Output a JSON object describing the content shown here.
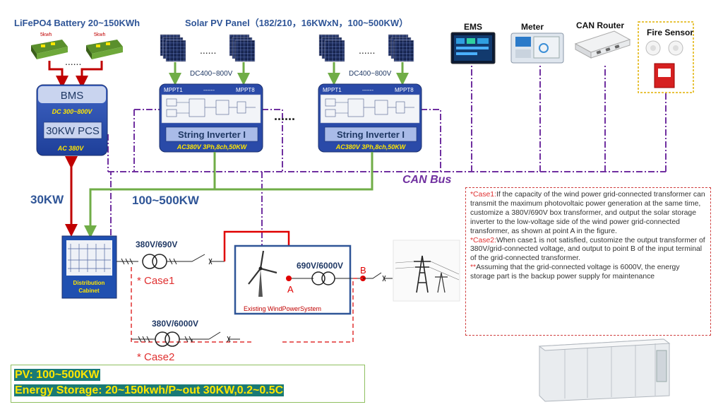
{
  "battery": {
    "title": "LiFePO4 Battery 20~150KWh",
    "module_label": "5kwh",
    "dots": "......"
  },
  "solar": {
    "title": "Solar PV Panel（182/210，16KWxN，100~500KW）",
    "dots": "......",
    "dc": "DC400~800V"
  },
  "devices": {
    "ems": "EMS",
    "meter": "Meter",
    "can_router": "CAN Router",
    "fire_sensor": "Fire Sensor"
  },
  "bms": {
    "label": "BMS",
    "dc": "DC 300~800V",
    "pcs": "30KW PCS",
    "ac": "AC 380V"
  },
  "inverter": {
    "mppt1": "MPPT1",
    "dashes": "------",
    "mppt8": "MPPT8",
    "name": "String Inverter I",
    "spec": "AC380V 3Ph,8ch,50KW"
  },
  "between_inverters": "......",
  "can_bus": "CAN Bus",
  "power": {
    "pcs_kw": "30KW",
    "pv_kw": "100~500KW"
  },
  "cabinet": "Distribution Cabinet",
  "transformers": {
    "t1": "380V/690V",
    "t2": "690V/6000V",
    "t3": "380V/6000V"
  },
  "cases": {
    "case1": "* Case1",
    "case2": "* Case2"
  },
  "points": {
    "a": "A",
    "b": "B"
  },
  "wind": "Existing WindPowerSystem",
  "notes": {
    "case1_tag": "*Case1:",
    "case1_text": "If the capacity of the wind power grid-connected transformer can transmit the maximum photovoltaic power generation at the same time, customize a 380V/690V  box transformer, and output the solar storage inverter to the low-voltage side of the wind power grid-connected transformer, as shown at point A in the figure.",
    "case2_tag": "*Case2:",
    "case2_text": "When case1 is not satisfied, customize the output transformer of 380V/grid-connected  voltage, and output to point B of the input terminal of the grid-connected transformer.",
    "assume_tag": "**",
    "assume_text": "Assuming that the grid-connected voltage is 6000V, the energy storage part is the backup power supply for maintenance"
  },
  "summary": {
    "pv": "PV: 100~500KW",
    "storage": "Energy Storage: 20~150kwh/P~out  30KW,0.2~0.5C"
  },
  "colors": {
    "dark_blue": "#2f5597",
    "green": "#70ad47",
    "red": "#c00000",
    "purple": "#7030a0",
    "teal": "#1a7a76",
    "yellow": "#ffe600"
  }
}
